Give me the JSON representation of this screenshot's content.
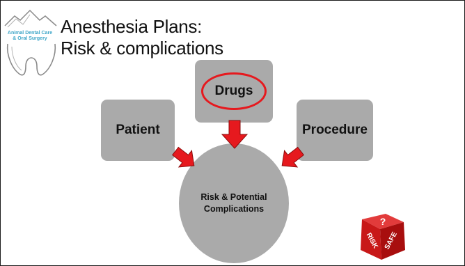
{
  "logo": {
    "line1": "Animal Dental Care",
    "line2": "& Oral Surgery"
  },
  "title": {
    "line1": "Anesthesia Plans:",
    "line2": "Risk & complications"
  },
  "diagram": {
    "patient": "Patient",
    "drugs": "Drugs",
    "procedure": "Procedure",
    "center_line1": "Risk & Potential",
    "center_line2": "Complications"
  },
  "dice": {
    "risk": "RISK",
    "safe": "SAFE",
    "question": "?"
  },
  "colors": {
    "box_gray": "#aaaaaa",
    "arrow_red": "#e6191e",
    "highlight_ring": "#e6191e",
    "logo_blue": "#3ea6c8"
  }
}
